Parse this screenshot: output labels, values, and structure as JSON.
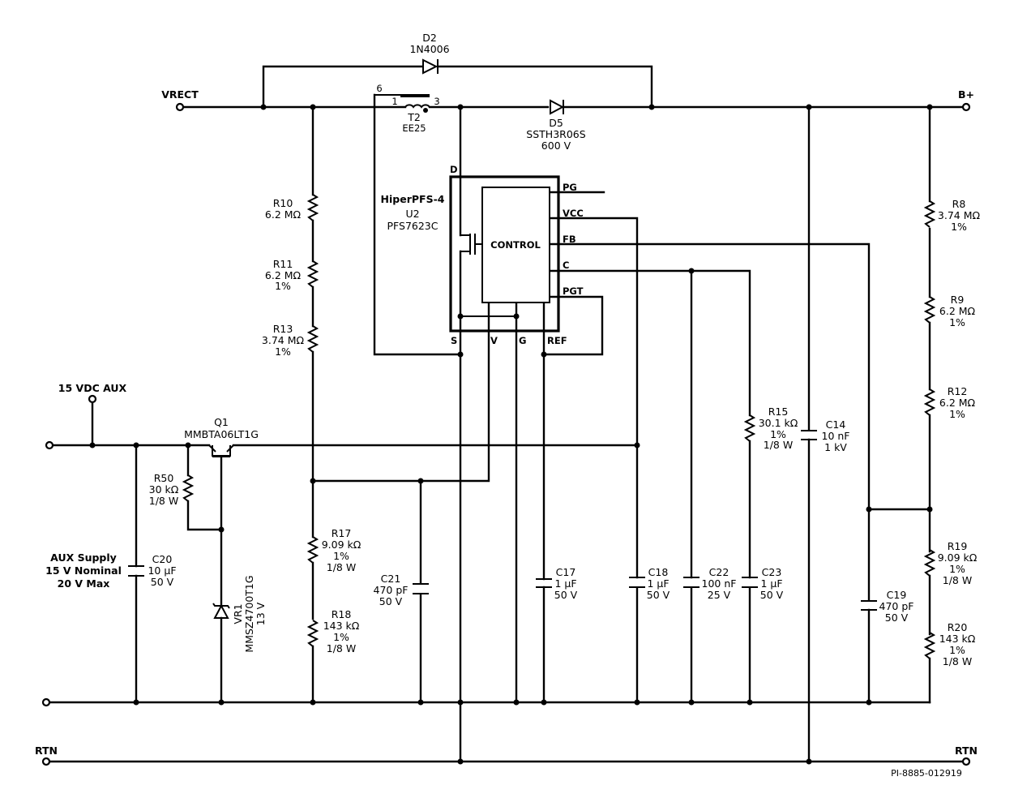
{
  "nets": {
    "vrect": "VRECT",
    "bplus": "B+",
    "aux_in": "15 VDC AUX",
    "rtn_left": "RTN",
    "rtn_right": "RTN",
    "aux_supply": [
      "AUX Supply",
      "15 V Nominal",
      "20 V Max"
    ]
  },
  "components": {
    "d2": {
      "ref": "D2",
      "value": "1N4006"
    },
    "t2": {
      "ref": "T2",
      "value": "EE25",
      "pin_a": "6",
      "pin_b": "1",
      "pin_c": "3"
    },
    "d5": {
      "ref": "D5",
      "value": "SSTH3R06S",
      "rating": "600 V"
    },
    "u2": {
      "family": "HiperPFS-4",
      "ref": "U2",
      "part": "PFS7623C",
      "block": "CONTROL",
      "pins": {
        "d": "D",
        "s": "S",
        "v": "V",
        "g": "G",
        "ref": "REF",
        "pg": "PG",
        "vcc": "VCC",
        "fb": "FB",
        "c": "C",
        "pgt": "PGT"
      }
    },
    "r10": {
      "ref": "R10",
      "value": "6.2 MΩ"
    },
    "r11": {
      "ref": "R11",
      "value": "6.2 MΩ",
      "tol": "1%"
    },
    "r13": {
      "ref": "R13",
      "value": "3.74 MΩ",
      "tol": "1%"
    },
    "r17": {
      "ref": "R17",
      "value": "9.09 kΩ",
      "tol": "1%",
      "power": "1/8 W"
    },
    "r18": {
      "ref": "R18",
      "value": "143 kΩ",
      "tol": "1%",
      "power": "1/8 W"
    },
    "q1": {
      "ref": "Q1",
      "part": "MMBTA06LT1G"
    },
    "r50": {
      "ref": "R50",
      "value": "30 kΩ",
      "power": "1/8 W"
    },
    "vr1": {
      "ref": "VR1",
      "part": "MMSZ4700T1G",
      "value": "13 V"
    },
    "c20": {
      "ref": "C20",
      "value": "10 µF",
      "rating": "50 V"
    },
    "c21": {
      "ref": "C21",
      "value": "470 pF",
      "rating": "50 V"
    },
    "c17": {
      "ref": "C17",
      "value": "1 µF",
      "rating": "50 V"
    },
    "c18": {
      "ref": "C18",
      "value": "1 µF",
      "rating": "50 V"
    },
    "c22": {
      "ref": "C22",
      "value": "100 nF",
      "rating": "25 V"
    },
    "c23": {
      "ref": "C23",
      "value": "1 µF",
      "rating": "50 V"
    },
    "r15": {
      "ref": "R15",
      "value": "30.1 kΩ",
      "tol": "1%",
      "power": "1/8 W"
    },
    "c14": {
      "ref": "C14",
      "value": "10 nF",
      "rating": "1 kV"
    },
    "c19": {
      "ref": "C19",
      "value": "470 pF",
      "rating": "50 V"
    },
    "r8": {
      "ref": "R8",
      "value": "3.74 MΩ",
      "tol": "1%"
    },
    "r9": {
      "ref": "R9",
      "value": "6.2 MΩ",
      "tol": "1%"
    },
    "r12": {
      "ref": "R12",
      "value": "6.2 MΩ",
      "tol": "1%"
    },
    "r19": {
      "ref": "R19",
      "value": "9.09 kΩ",
      "tol": "1%",
      "power": "1/8 W"
    },
    "r20": {
      "ref": "R20",
      "value": "143 kΩ",
      "tol": "1%",
      "power": "1/8 W"
    }
  },
  "drawing_id": "PI-8885-012919"
}
